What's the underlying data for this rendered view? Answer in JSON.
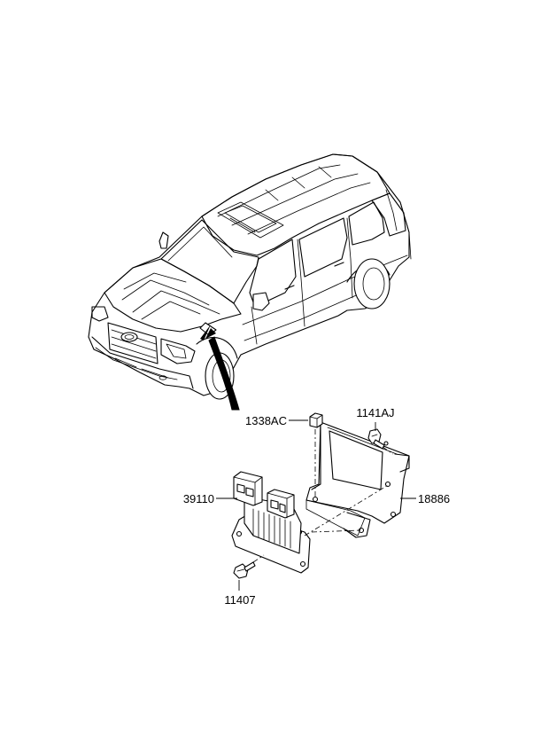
{
  "parts": {
    "nut_label": "1338AC",
    "bolt_bracket_label": "1141AJ",
    "ecu_label": "39110",
    "bracket_label": "18886",
    "bolt_ecu_label": "11407"
  }
}
